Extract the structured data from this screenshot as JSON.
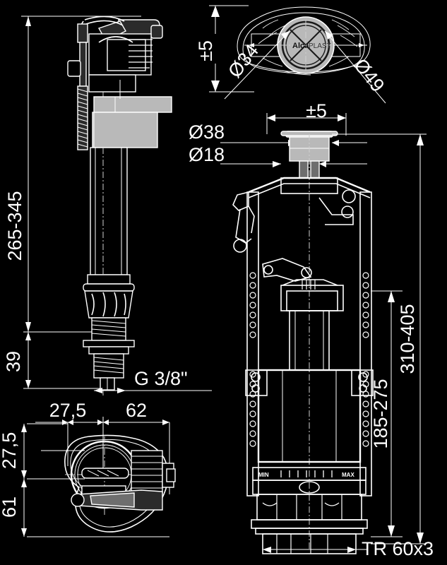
{
  "drawing": {
    "title": "AlcaPLAST cistern mechanism technical drawing",
    "background_color": "#000000",
    "line_color": "#ffffff",
    "accent_gray": "#b9b9b9",
    "accent_dark": "#2b2b2b"
  },
  "brand": {
    "logo_primary": "Alca",
    "logo_secondary": "PLAST"
  },
  "views": {
    "inlet_valve_front": {
      "name": "Inlet valve front view"
    },
    "inlet_valve_top": {
      "name": "Inlet valve top view"
    },
    "flush_valve_front": {
      "name": "Flush valve front view"
    },
    "flush_valve_top": {
      "name": "Flush valve top view"
    }
  },
  "dimensions": {
    "inlet_total_height": "265-345",
    "inlet_thread_height": "39",
    "inlet_thread_spec": "G 3/8\"",
    "top_offset_x": "27,5",
    "top_width": "62",
    "top_offset_y": "27,5",
    "top_height": "61",
    "button_tolerance_top": "±5",
    "button_tolerance_side": "±5",
    "button_outer_dia": "Ø49",
    "button_inner_dia": "Ø34",
    "overflow_outer_dia": "Ø38",
    "overflow_inner_dia": "Ø18",
    "flush_inner_height": "185-275",
    "flush_total_height": "310-405",
    "flush_thread_spec": "TR 60x3"
  },
  "markings": {
    "min_label": "MIN",
    "max_label": "MAX"
  }
}
